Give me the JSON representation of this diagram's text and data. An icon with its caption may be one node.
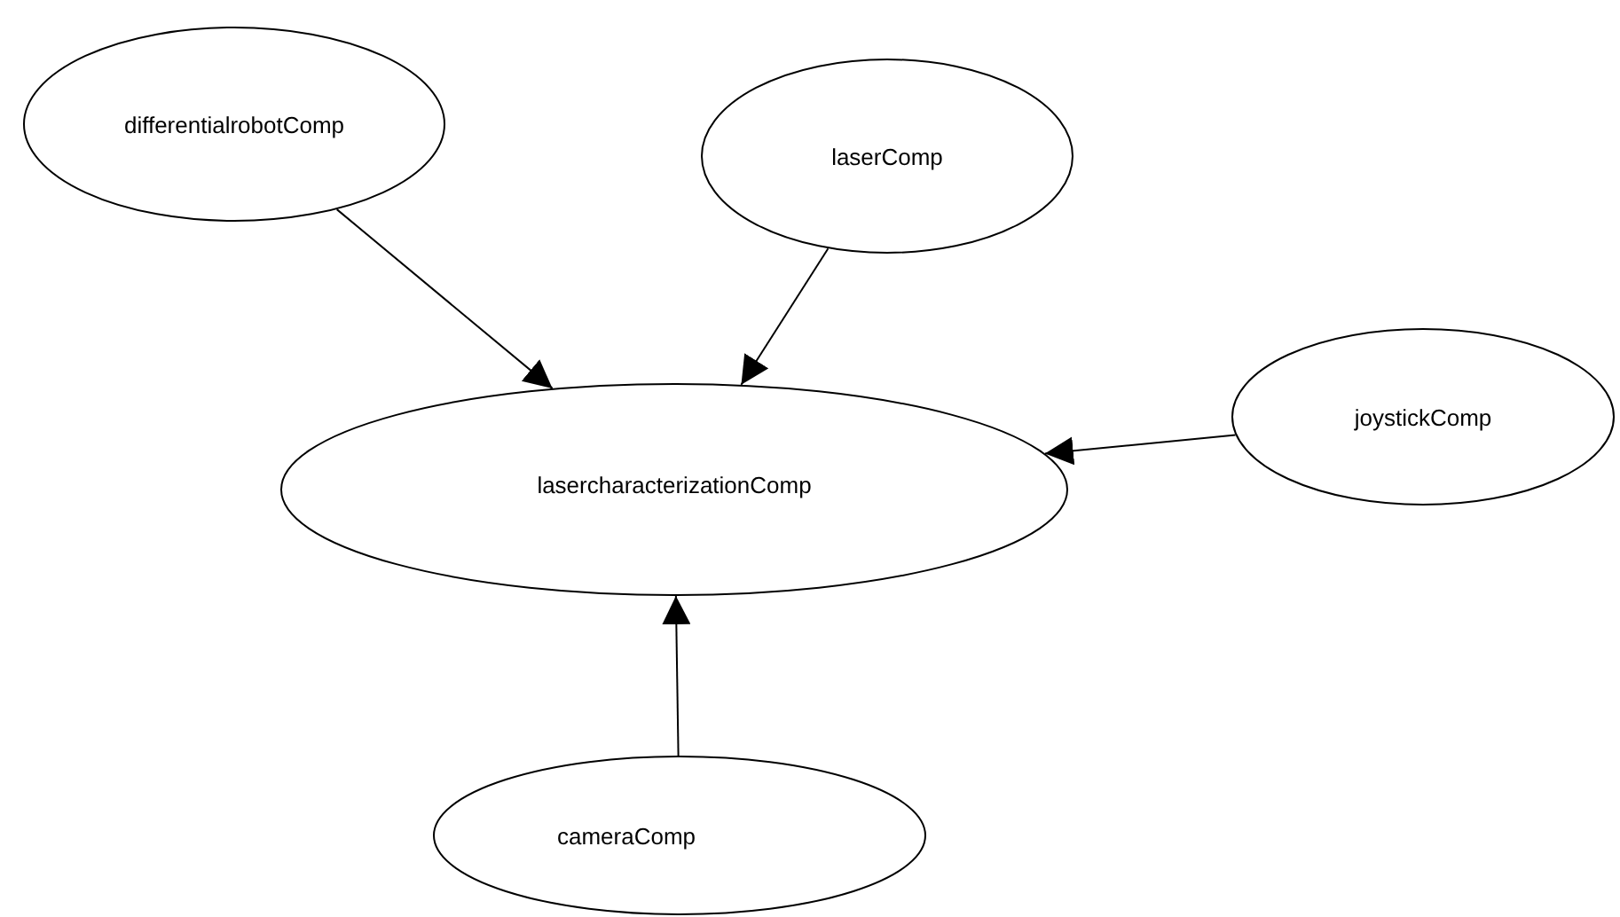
{
  "diagram": {
    "nodes": [
      {
        "text": [
          "differentialrobotComp"
        ]
      },
      {
        "text": [
          "laserComp"
        ]
      },
      {
        "text": [
          "lasercharacterizationComp"
        ]
      },
      {
        "text": [
          "joystickComp"
        ]
      },
      {
        "text": [
          "cameraComp"
        ]
      }
    ],
    "edges": [
      {
        "from": 0,
        "to": 2,
        "arrow": "to"
      },
      {
        "from": 1,
        "to": 2,
        "arrow": "to"
      },
      {
        "from": 3,
        "to": 2,
        "arrow": "to"
      },
      {
        "from": 4,
        "to": 2,
        "arrow": "to"
      }
    ]
  }
}
